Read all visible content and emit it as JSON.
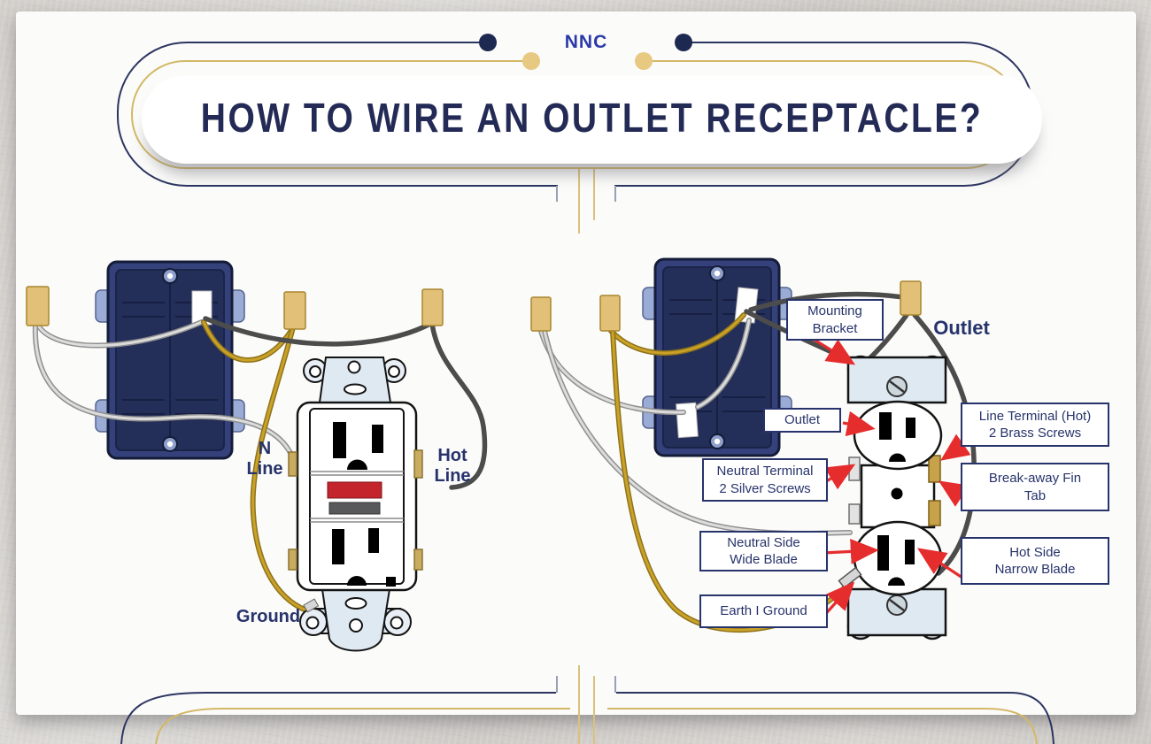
{
  "header": {
    "brand": "NNC",
    "title": "HOW TO WIRE AN OUTLET RECEPTACLE?"
  },
  "left_diagram": {
    "n_line": [
      "N",
      "Line"
    ],
    "hot_line": [
      "Hot",
      "Line"
    ],
    "ground": "Ground"
  },
  "right_diagram": {
    "heading": "Outlet",
    "labels": {
      "mounting_bracket": [
        "Mounting",
        "Bracket"
      ],
      "outlet": [
        "Outlet"
      ],
      "line_terminal": [
        "Line Terminal (Hot)",
        "2 Brass Screws"
      ],
      "neutral_terminal": [
        "Neutral Terminal",
        "2 Silver Screws"
      ],
      "breakaway_fin": [
        "Break-away Fin",
        "Tab"
      ],
      "neutral_side": [
        "Neutral Side",
        "Wide Blade"
      ],
      "hot_side": [
        "Hot Side",
        "Narrow Blade"
      ],
      "earth_ground": [
        "Earth I Ground"
      ]
    }
  },
  "colors": {
    "frame_navy": "#2c3560",
    "frame_gold": "#d4b866",
    "title_navy": "#232a55",
    "logo_blue": "#2b3aa8",
    "label_navy": "#27336b",
    "arrow_red": "#e52d2d",
    "box_blue": "#35417a",
    "wire_gold": "#c19a2b",
    "wire_gray": "#c6c6c6",
    "wire_dark": "#4c4c4c",
    "wirenut_tan": "#e2c078",
    "steel": "#dfe9f2",
    "brass": "#c8a24b",
    "gfci_red": "#c4242b",
    "gfci_gray": "#58595b"
  }
}
